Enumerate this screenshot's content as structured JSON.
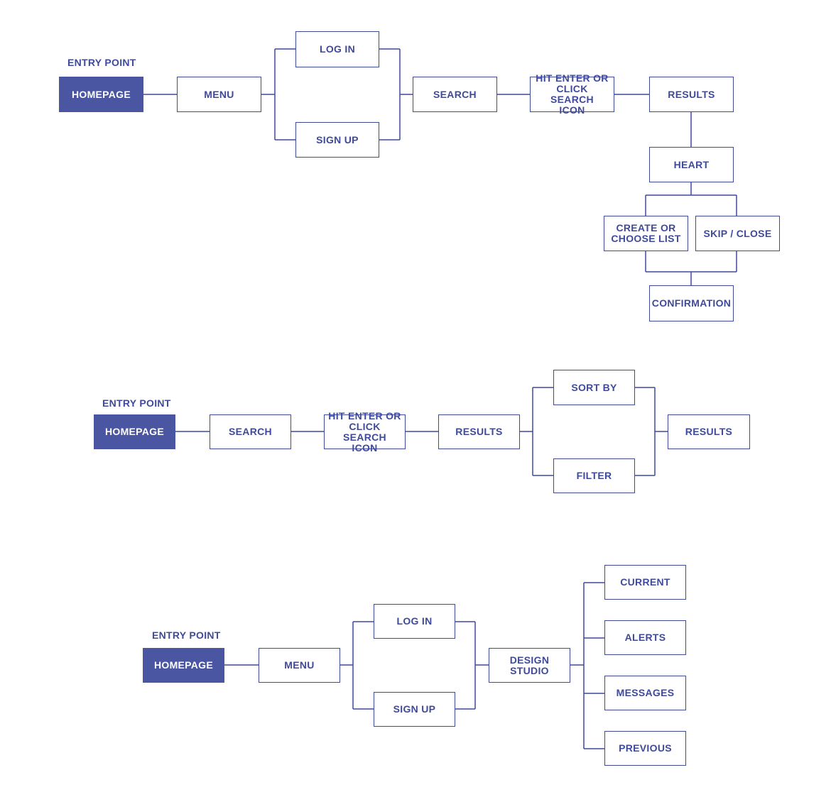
{
  "colors": {
    "accent": "#4a56a2",
    "line": "#3f4a9a",
    "background": "#ffffff"
  },
  "flow1": {
    "entry_label": "ENTRY POINT",
    "homepage": "HOMEPAGE",
    "menu": "MENU",
    "log_in": "LOG IN",
    "sign_up": "SIGN UP",
    "search": "SEARCH",
    "hit_enter": "HIT ENTER OR\nCLICK SEARCH\nICON",
    "results": "RESULTS",
    "heart": "HEART",
    "create_list": "CREATE OR\nCHOOSE LIST",
    "skip_close": "SKIP / CLOSE",
    "confirmation": "CONFIRMATION"
  },
  "flow2": {
    "entry_label": "ENTRY POINT",
    "homepage": "HOMEPAGE",
    "search": "SEARCH",
    "hit_enter": "HIT ENTER OR\nCLICK SEARCH\nICON",
    "results": "RESULTS",
    "sort_by": "SORT BY",
    "filter": "FILTER",
    "results_final": "RESULTS"
  },
  "flow3": {
    "entry_label": "ENTRY POINT",
    "homepage": "HOMEPAGE",
    "menu": "MENU",
    "log_in": "LOG IN",
    "sign_up": "SIGN UP",
    "design_studio": "DESIGN STUDIO",
    "current": "CURRENT",
    "alerts": "ALERTS",
    "messages": "MESSAGES",
    "previous": "PREVIOUS"
  }
}
